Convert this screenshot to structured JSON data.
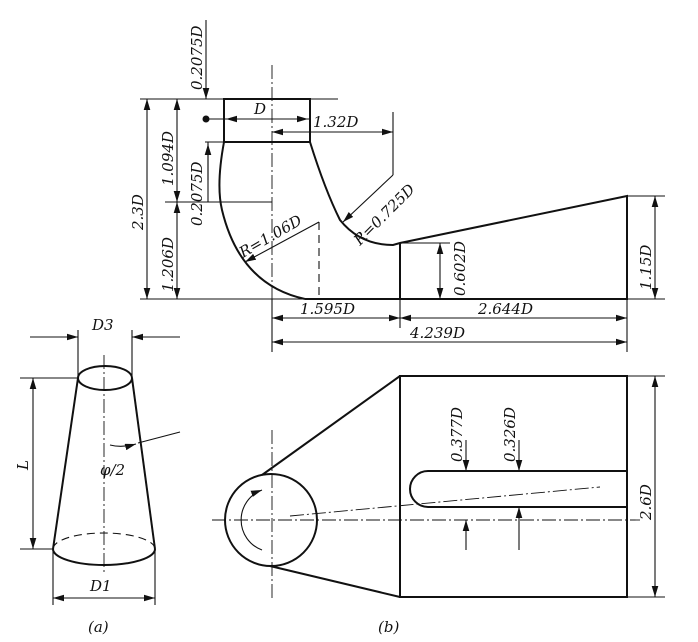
{
  "figure_b_top": {
    "dim_top_offset": "0.2075D",
    "dim_inlet": "D",
    "dim_132": "1.32D",
    "dim_total_height": "2.3D",
    "dim_1094": "1.094D",
    "dim_02075_lower": "0.2075D",
    "dim_1206": "1.206D",
    "radius_outer": "R=1.06D",
    "radius_inner": "R=0.725D",
    "dim_0602": "0.602D",
    "dim_115": "1.15D",
    "dim_1595": "1.595D",
    "dim_2644": "2.644D",
    "dim_4239": "4.239D"
  },
  "figure_a": {
    "dim_top_diameter": "D3",
    "dim_length": "L",
    "dim_angle": "φ/2",
    "dim_bottom_diameter": "D1",
    "caption": "(a)"
  },
  "figure_b_plan": {
    "dim_0377": "0.377D",
    "dim_0326": "0.326D",
    "dim_26": "2.6D",
    "caption": "(b)"
  }
}
